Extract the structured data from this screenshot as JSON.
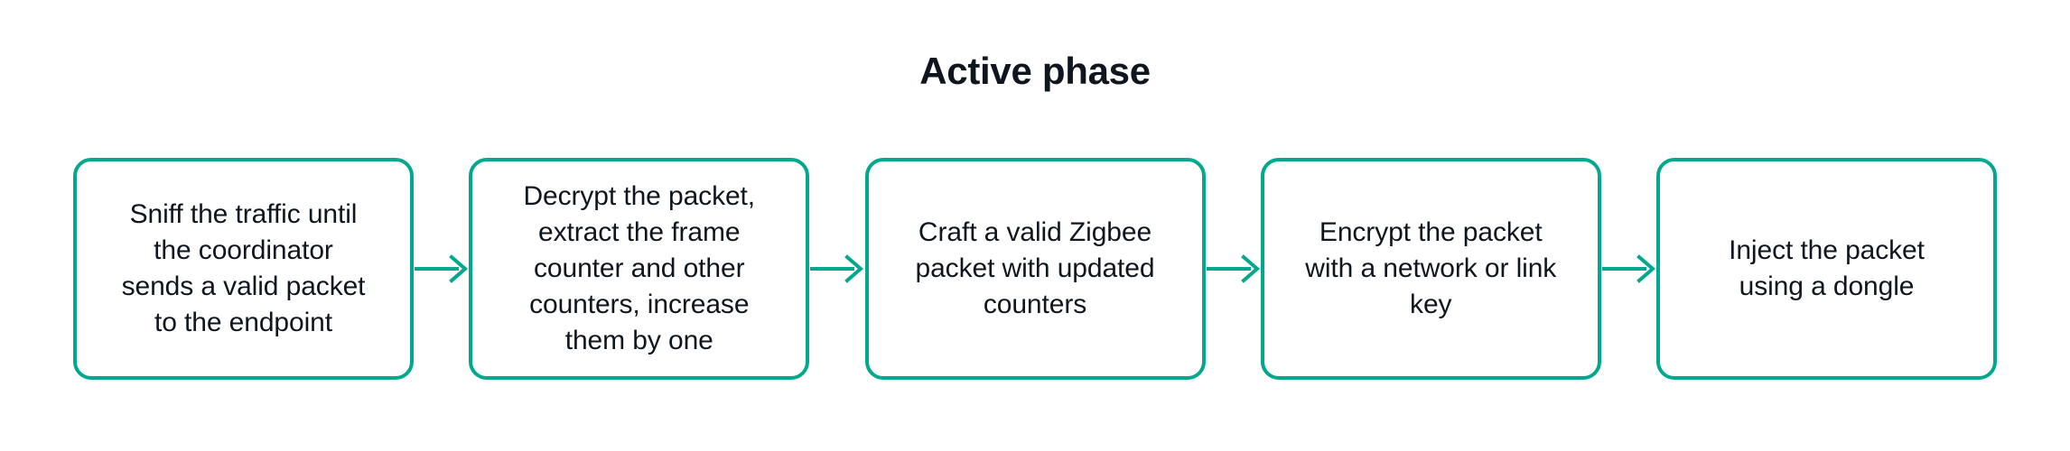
{
  "title": "Active phase",
  "colors": {
    "accent": "#00a88e",
    "text": "#10161f",
    "background": "#ffffff"
  },
  "flow": {
    "arrow_icon": "arrow-right-icon",
    "steps": [
      {
        "id": "step-1",
        "text": "Sniff the traffic until\nthe coordinator\nsends a valid packet\nto the endpoint"
      },
      {
        "id": "step-2",
        "text": "Decrypt the packet,\nextract the frame\ncounter and other\ncounters, increase\nthem by one"
      },
      {
        "id": "step-3",
        "text": "Craft a valid Zigbee\npacket with updated\ncounters"
      },
      {
        "id": "step-4",
        "text": "Encrypt the packet\nwith a network or link\nkey"
      },
      {
        "id": "step-5",
        "text": "Inject the packet\nusing a dongle"
      }
    ]
  }
}
